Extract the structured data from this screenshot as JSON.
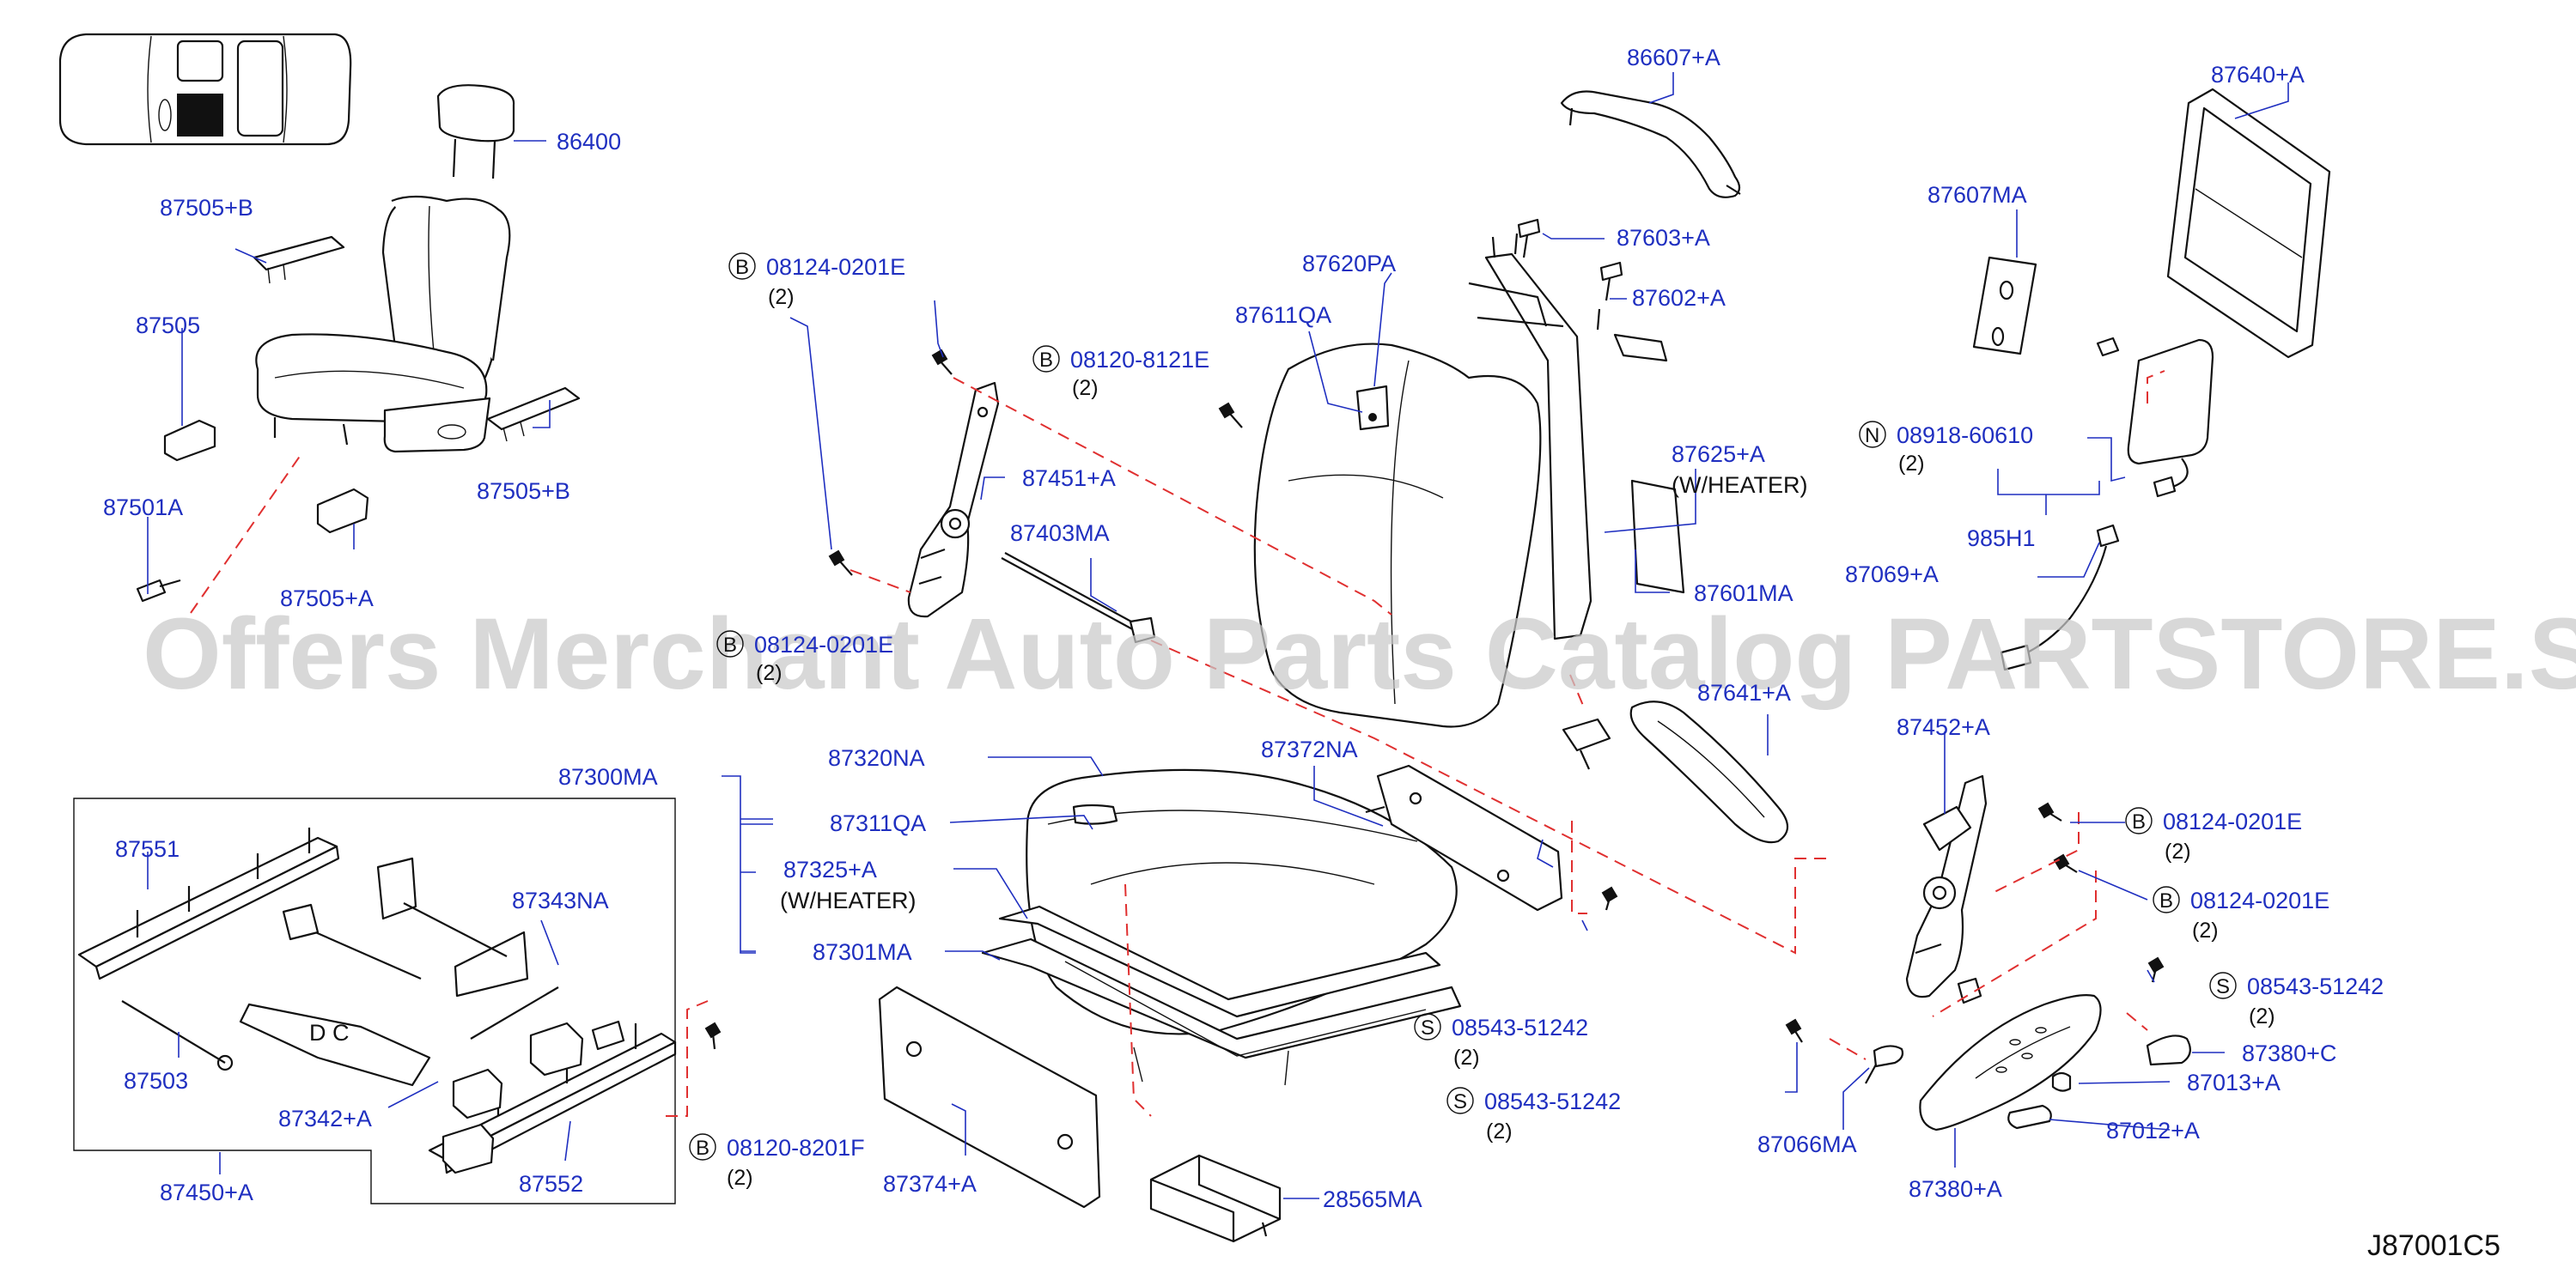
{
  "diagram_code": "J87001C5",
  "watermark": "Offers Merchant Auto Parts Catalog PARTSTORE.SA",
  "parts": {
    "p86400": "86400",
    "p87505B_1": "87505+B",
    "p87505": "87505",
    "p87505B_2": "87505+B",
    "p87501A": "87501A",
    "p87505A": "87505+A",
    "p87300MA": "87300MA",
    "p87551": "87551",
    "p87343NA": "87343NA",
    "p87503": "87503",
    "p87342A": "87342+A",
    "p87552": "87552",
    "p87450A": "87450+A",
    "p87320NA": "87320NA",
    "p87311QA": "87311QA",
    "p87325A": "87325+A",
    "p87301MA": "87301MA",
    "p87374A": "87374+A",
    "p28565MA": "28565MA",
    "p87372NA": "87372NA",
    "p87451A": "87451+A",
    "p87403MA": "87403MA",
    "p86607A": "86607+A",
    "p87603A": "87603+A",
    "p87602A": "87602+A",
    "p87620PA": "87620PA",
    "p87611QA": "87611QA",
    "p87625A": "87625+A",
    "p87601MA": "87601MA",
    "p87641A": "87641+A",
    "p87640A": "87640+A",
    "p87607MA": "87607MA",
    "p985H1": "985H1",
    "p87069A": "87069+A",
    "p87452A": "87452+A",
    "p87380C": "87380+C",
    "p87013A": "87013+A",
    "p87012A": "87012+A",
    "p87380A": "87380+A",
    "p87066MA": "87066MA"
  },
  "notes": {
    "heater_1": "(W/HEATER)",
    "heater_2": "(W/HEATER)"
  },
  "fasteners": [
    {
      "letter": "B",
      "code": "08124-0201E",
      "qty": "(2)"
    },
    {
      "letter": "B",
      "code": "08120-8121E",
      "qty": "(2)"
    },
    {
      "letter": "B",
      "code": "08124-0201E",
      "qty": "(2)"
    },
    {
      "letter": "B",
      "code": "08120-8201F",
      "qty": "(2)"
    },
    {
      "letter": "S",
      "code": "08543-51242",
      "qty": "(2)"
    },
    {
      "letter": "S",
      "code": "08543-51242",
      "qty": "(2)"
    },
    {
      "letter": "N",
      "code": "08918-60610",
      "qty": "(2)"
    },
    {
      "letter": "B",
      "code": "08124-0201E",
      "qty": "(2)"
    },
    {
      "letter": "B",
      "code": "08124-0201E",
      "qty": "(2)"
    },
    {
      "letter": "S",
      "code": "08543-51242",
      "qty": "(2)"
    }
  ],
  "colors": {
    "part_number": "#1f2fc0",
    "hidden_line": "#e03030",
    "watermark": "#c9c9c9"
  }
}
